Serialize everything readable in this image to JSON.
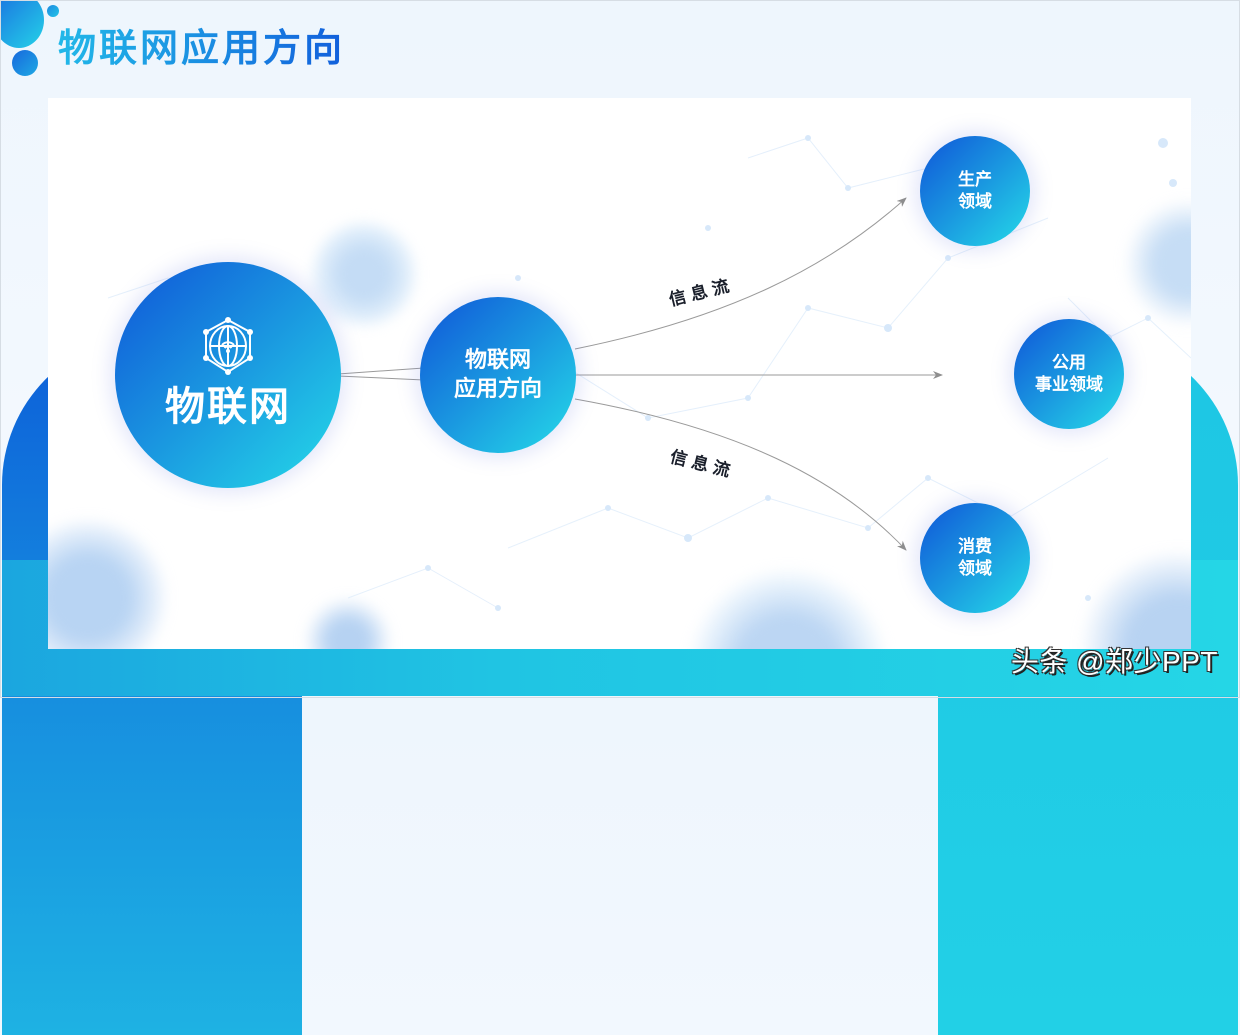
{
  "slide": {
    "title": "物联网应用方向",
    "watermark": "头条 @郑少PPT"
  },
  "colors": {
    "gradient_start": "#0f55d8",
    "gradient_end": "#25dbe8",
    "arch_left": "#0c5ed9",
    "band_cyan": "#22c9e3",
    "label_text": "#1a1f2b",
    "connector": "#9a9a9a"
  },
  "diagram": {
    "root": {
      "icon": "iot-network-globe-icon",
      "label": "物联网"
    },
    "hub": {
      "line1": "物联网",
      "line2": "应用方向"
    },
    "flows": {
      "upper": "信息流",
      "lower": "信息流"
    },
    "targets": [
      {
        "line1": "生产",
        "line2": "领域"
      },
      {
        "line1": "公用",
        "line2": "事业领域"
      },
      {
        "line1": "消费",
        "line2": "领域"
      }
    ]
  }
}
